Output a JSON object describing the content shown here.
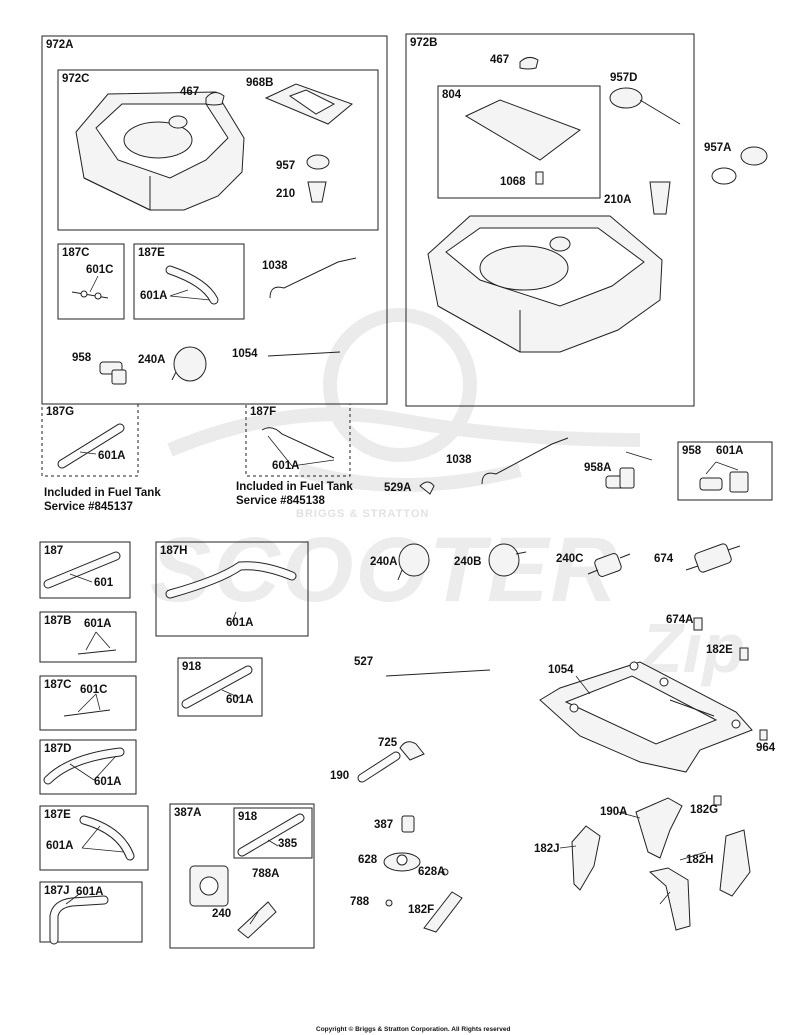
{
  "watermark": {
    "brand": "SCOOTER",
    "badge": "BRIGGS & STRATTON",
    "mark": "Zip"
  },
  "boxes": [
    "972A",
    "972C",
    "972B",
    "804",
    "187C",
    "187E",
    "187G",
    "187F",
    "958",
    "187",
    "187H",
    "187B",
    "918",
    "187C",
    "187D",
    "187E",
    "387A",
    "918",
    "187J"
  ],
  "notes": {
    "left": [
      "Included in Fuel Tank",
      "Service #845137"
    ],
    "right": [
      "Included in Fuel Tank",
      "Service #845138"
    ]
  },
  "labels": [
    "467",
    "968B",
    "957",
    "210",
    "601C",
    "601A",
    "1038",
    "958",
    "240A",
    "1054",
    "601A",
    "601A",
    "467",
    "957D",
    "957A",
    "1068",
    "210A",
    "1038",
    "529A",
    "958A",
    "601A",
    "601",
    "601A",
    "601A",
    "601C",
    "601A",
    "601A",
    "601A",
    "601A",
    "385",
    "788A",
    "240",
    "240A",
    "240B",
    "240C",
    "674",
    "674A",
    "182E",
    "1054",
    "527",
    "725",
    "190",
    "964",
    "387",
    "628",
    "628A",
    "788",
    "182F",
    "190A",
    "182G",
    "182J",
    "182H"
  ],
  "copyright": "Copyright © Briggs & Stratton Corporation. All Rights reserved"
}
